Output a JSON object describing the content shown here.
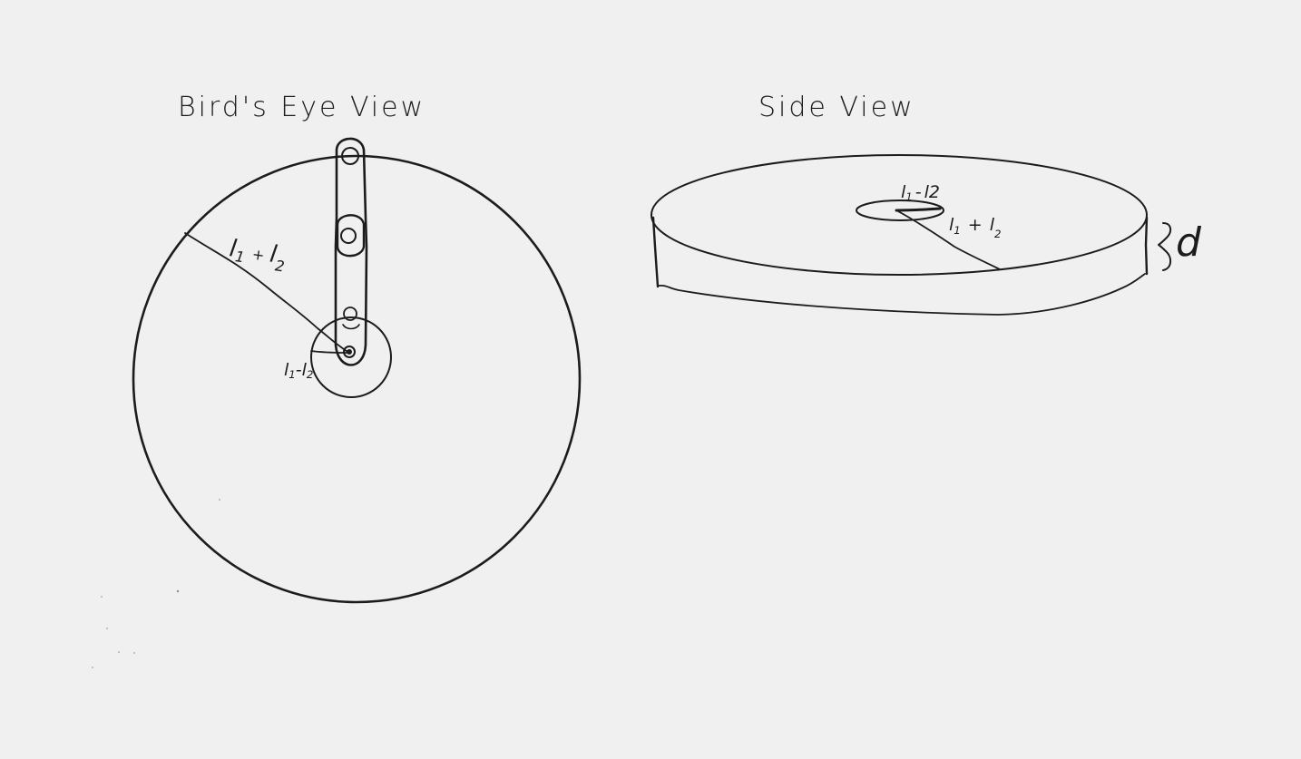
{
  "birds_eye": {
    "title": "Bird's Eye View",
    "outer_radius_label": {
      "main": "l",
      "sub1": "1",
      "op": "+",
      "main2": "l",
      "sub2": "2"
    },
    "inner_radius_label": {
      "main": "l",
      "sub1": "1",
      "op": "-",
      "main2": "l",
      "sub2": "2"
    }
  },
  "side_view": {
    "title": "Side View",
    "inner_radius_label": {
      "main": "l",
      "sub1": "1",
      "op": "-",
      "main2": "l",
      "sub2": "2"
    },
    "outer_radius_label": {
      "main": "l",
      "sub1": "1",
      "op": "+",
      "main2": "l",
      "sub2": "2"
    },
    "depth_label": "d"
  },
  "colors": {
    "background": "#f0f0f0",
    "ink": "#1c1c1c"
  }
}
